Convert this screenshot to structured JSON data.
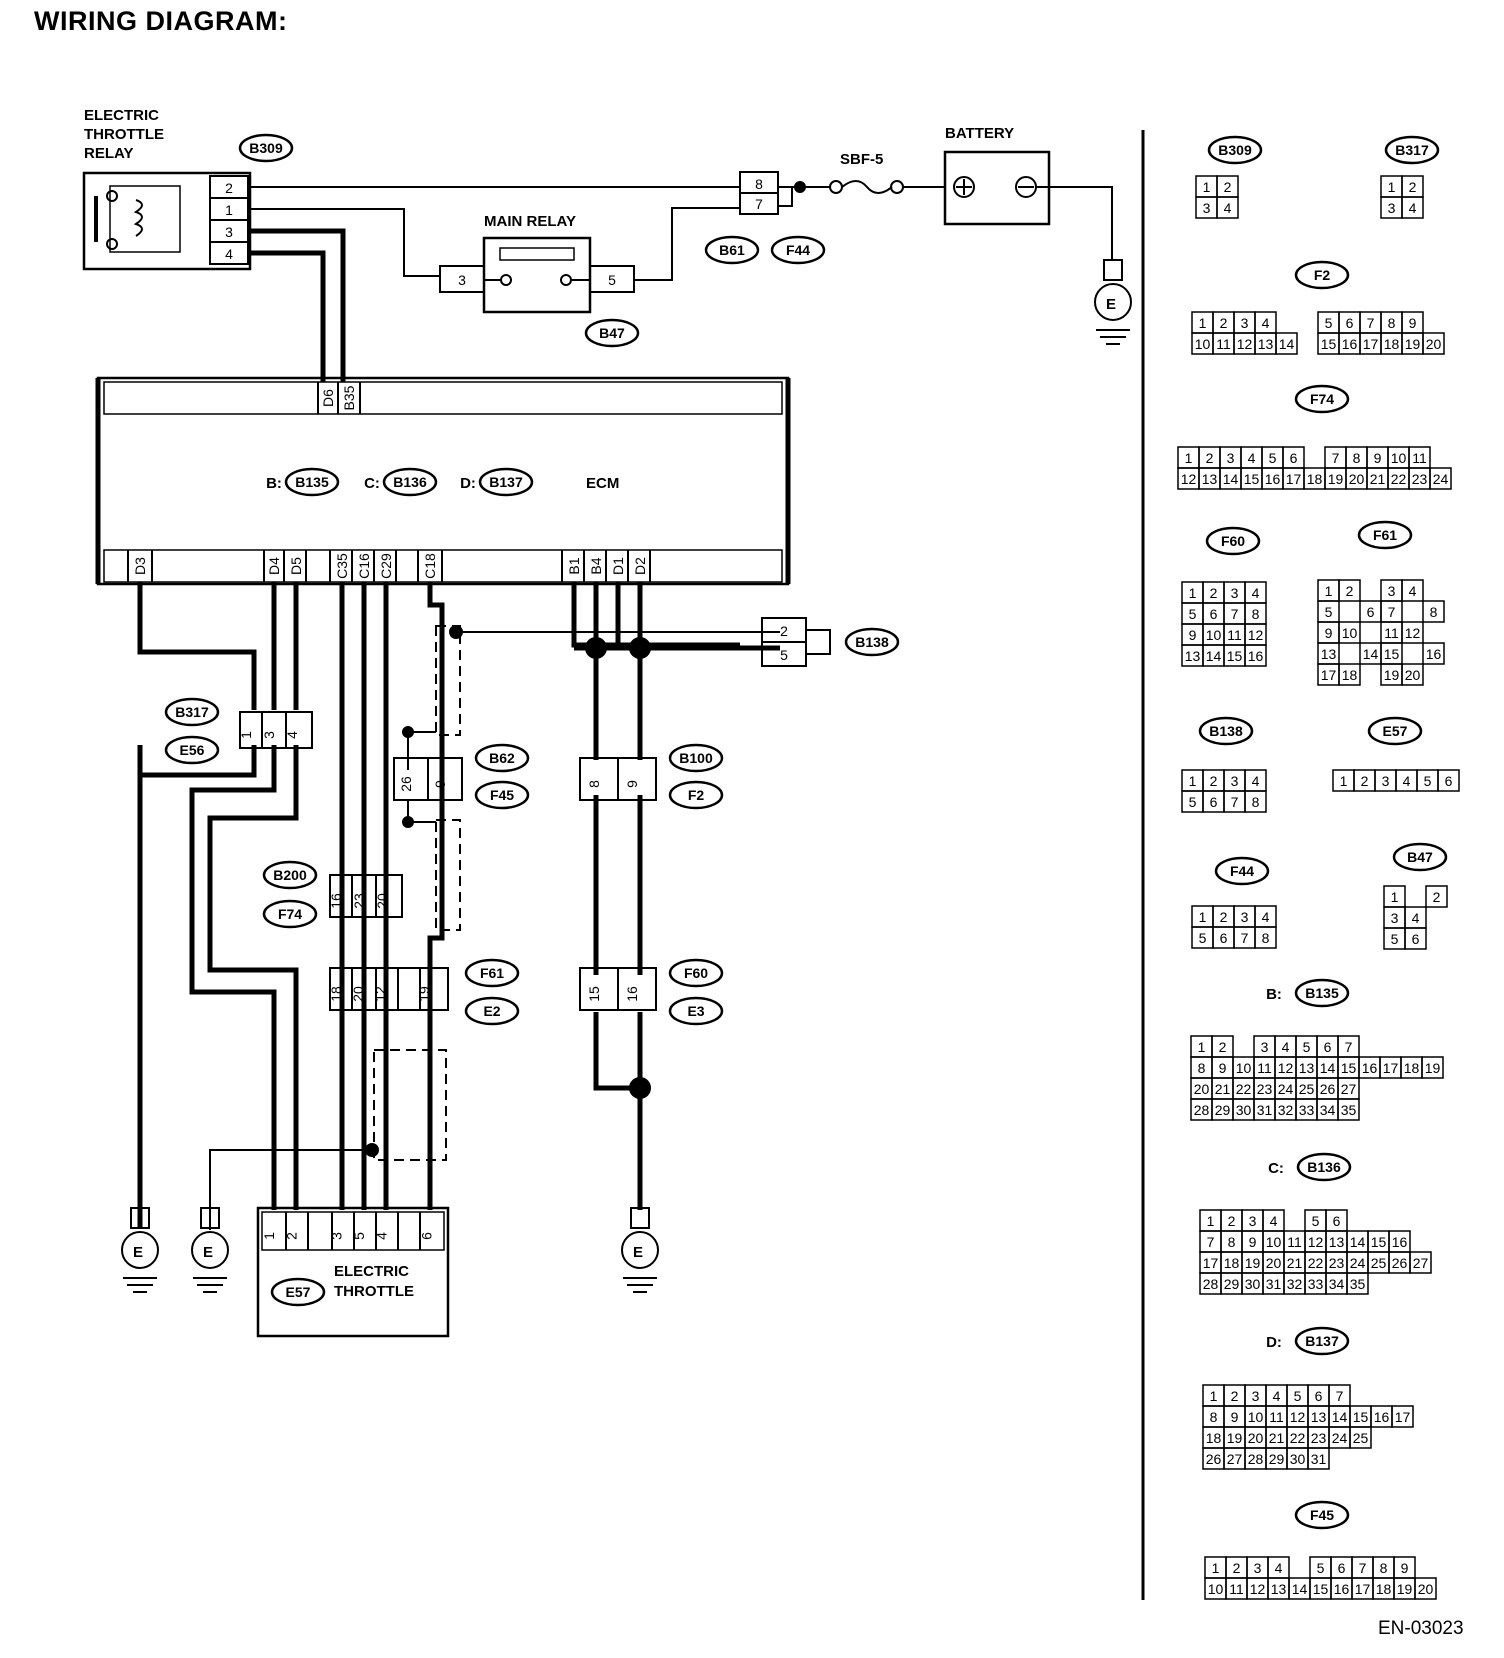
{
  "title": "WIRING DIAGRAM:",
  "footer_code": "EN-03023",
  "components": {
    "electric_throttle_relay": "ELECTRIC THROTTLE RELAY",
    "main_relay": "MAIN RELAY",
    "battery": "BATTERY",
    "fuse": "SBF-5",
    "ecm": "ECM",
    "electric_throttle": "ELECTRIC THROTTLE"
  },
  "ecm_connectors": [
    {
      "prefix": "B:",
      "id": "B135"
    },
    {
      "prefix": "C:",
      "id": "B136"
    },
    {
      "prefix": "D:",
      "id": "B137"
    }
  ],
  "ecm_top_pins": [
    "D6",
    "B35"
  ],
  "ecm_bottom_pins": [
    "D3",
    "D4",
    "D5",
    "C35",
    "C16",
    "C29",
    "C18",
    "B1",
    "B4",
    "D1",
    "D2"
  ],
  "connector_tags": [
    "B309",
    "B61",
    "F44",
    "B47",
    "B138",
    "B317",
    "E56",
    "B62",
    "F45",
    "B100",
    "F2",
    "B200",
    "F74",
    "F61",
    "E2",
    "F60",
    "E3",
    "E57"
  ],
  "pins": {
    "relay": [
      "2",
      "1",
      "3",
      "4"
    ],
    "b61": [
      "8",
      "7"
    ],
    "main_relay": [
      "3",
      "5"
    ],
    "b138": [
      "2",
      "5"
    ],
    "b317": [
      "1",
      "3",
      "4"
    ],
    "b62": [
      "26",
      "9"
    ],
    "b100": [
      "8",
      "9"
    ],
    "b200": [
      "16",
      "23",
      "20"
    ],
    "f61": [
      "18",
      "20",
      "12",
      "",
      "19"
    ],
    "f60": [
      "15",
      "16"
    ],
    "e57": [
      "1",
      "2",
      "",
      "3",
      "5",
      "4",
      "",
      "6"
    ]
  },
  "ground_label": "E",
  "connector_index": [
    {
      "label": "B309",
      "rows": [
        [
          "1",
          "2"
        ],
        [
          "3",
          "4"
        ]
      ]
    },
    {
      "label": "B317",
      "rows": [
        [
          "1",
          "2"
        ],
        [
          "3",
          "4"
        ]
      ]
    },
    {
      "label": "F2",
      "rows": [
        [
          "1",
          "2",
          "3",
          "4",
          "",
          "",
          "5",
          "6",
          "7",
          "8",
          "9"
        ],
        [
          "10",
          "11",
          "12",
          "13",
          "14",
          "",
          "15",
          "16",
          "17",
          "18",
          "19",
          "20"
        ]
      ]
    },
    {
      "label": "F74",
      "rows": [
        [
          "1",
          "2",
          "3",
          "4",
          "5",
          "6",
          "",
          "7",
          "8",
          "9",
          "10",
          "11"
        ],
        [
          "12",
          "13",
          "14",
          "15",
          "16",
          "17",
          "18",
          "19",
          "20",
          "21",
          "22",
          "23",
          "24"
        ]
      ]
    },
    {
      "label": "F60",
      "rows": [
        [
          "1",
          "2",
          "3",
          "4"
        ],
        [
          "5",
          "6",
          "7",
          "8"
        ],
        [
          "9",
          "10",
          "11",
          "12"
        ],
        [
          "13",
          "14",
          "15",
          "16"
        ]
      ]
    },
    {
      "label": "F61",
      "rows": [
        [
          "1",
          "2",
          "",
          "3",
          "4"
        ],
        [
          "5",
          "",
          "6",
          "7",
          "",
          "8"
        ],
        [
          "9",
          "10",
          "",
          "11",
          "12"
        ],
        [
          "13",
          "",
          "14",
          "15",
          "",
          "16"
        ],
        [
          "17",
          "18",
          "",
          "19",
          "20"
        ]
      ]
    },
    {
      "label": "B138",
      "rows": [
        [
          "1",
          "2",
          "3",
          "4"
        ],
        [
          "5",
          "6",
          "7",
          "8"
        ]
      ]
    },
    {
      "label": "E57",
      "rows": [
        [
          "1",
          "2",
          "3",
          "4",
          "5",
          "6"
        ]
      ]
    },
    {
      "label": "F44",
      "rows": [
        [
          "1",
          "2",
          "3",
          "4"
        ],
        [
          "5",
          "6",
          "7",
          "8"
        ]
      ]
    },
    {
      "label": "B47",
      "rows": [
        [
          "1",
          "",
          "2"
        ],
        [
          "3",
          "4"
        ],
        [
          "5",
          "6"
        ]
      ]
    },
    {
      "label": "B135",
      "prefix": "B:",
      "rows": [
        [
          "1",
          "2",
          "",
          "3",
          "4",
          "5",
          "6",
          "7"
        ],
        [
          "8",
          "9",
          "10",
          "11",
          "12",
          "13",
          "14",
          "15",
          "16",
          "17",
          "18",
          "19"
        ],
        [
          "20",
          "21",
          "22",
          "23",
          "24",
          "25",
          "26",
          "27"
        ],
        [
          "28",
          "29",
          "30",
          "31",
          "32",
          "33",
          "34",
          "35"
        ]
      ]
    },
    {
      "label": "B136",
      "prefix": "C:",
      "rows": [
        [
          "1",
          "2",
          "3",
          "4",
          "",
          "5",
          "6"
        ],
        [
          "7",
          "8",
          "9",
          "10",
          "11",
          "12",
          "13",
          "14",
          "15",
          "16"
        ],
        [
          "17",
          "18",
          "19",
          "20",
          "21",
          "22",
          "23",
          "24",
          "25",
          "26",
          "27"
        ],
        [
          "28",
          "29",
          "30",
          "31",
          "32",
          "33",
          "34",
          "35"
        ]
      ]
    },
    {
      "label": "B137",
      "prefix": "D:",
      "rows": [
        [
          "1",
          "2",
          "3",
          "4",
          "5",
          "6",
          "7"
        ],
        [
          "8",
          "9",
          "10",
          "11",
          "12",
          "13",
          "14",
          "15",
          "16",
          "17"
        ],
        [
          "18",
          "19",
          "20",
          "21",
          "22",
          "23",
          "24",
          "25"
        ],
        [
          "26",
          "27",
          "28",
          "29",
          "30",
          "31"
        ]
      ]
    },
    {
      "label": "F45",
      "rows": [
        [
          "1",
          "2",
          "3",
          "4",
          "",
          "5",
          "6",
          "7",
          "8",
          "9"
        ],
        [
          "10",
          "11",
          "12",
          "13",
          "14",
          "15",
          "16",
          "17",
          "18",
          "19",
          "20"
        ]
      ]
    }
  ]
}
